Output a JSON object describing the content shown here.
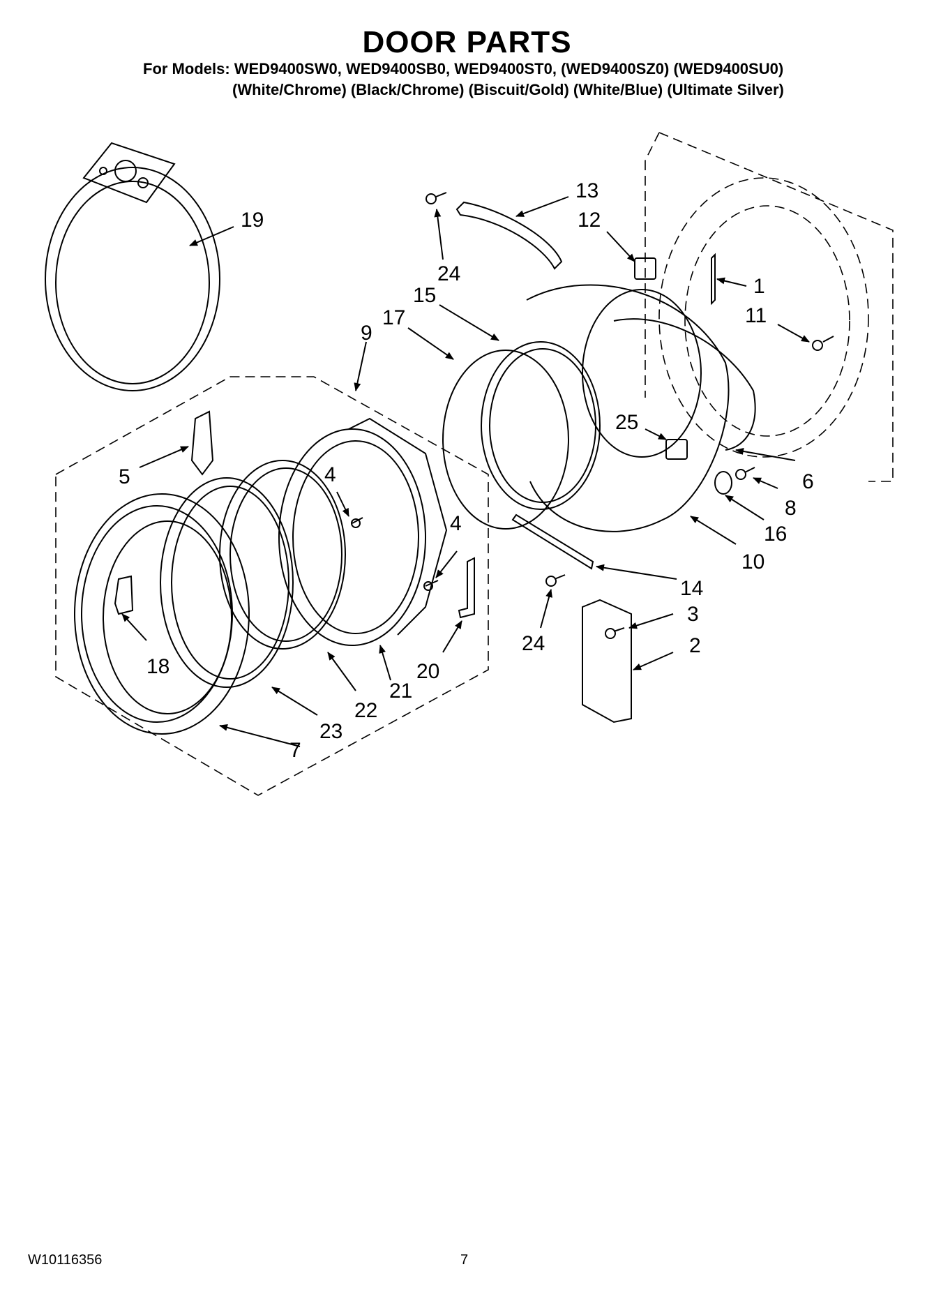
{
  "header": {
    "title": "DOOR PARTS",
    "models_line": "For Models:  WED9400SW0, WED9400SB0, WED9400ST0, (WED9400SZ0) (WED9400SU0)",
    "colors_line": "(White/Chrome) (Black/Chrome) (Biscuit/Gold)  (White/Blue)  (Ultimate Silver)"
  },
  "callouts": [
    "1",
    "2",
    "3",
    "4",
    "4",
    "5",
    "6",
    "7",
    "8",
    "9",
    "10",
    "11",
    "12",
    "13",
    "14",
    "15",
    "16",
    "17",
    "18",
    "19",
    "20",
    "21",
    "22",
    "23",
    "24",
    "24",
    "25"
  ],
  "footer": {
    "doc_number": "W10116356",
    "page_number": "7"
  }
}
